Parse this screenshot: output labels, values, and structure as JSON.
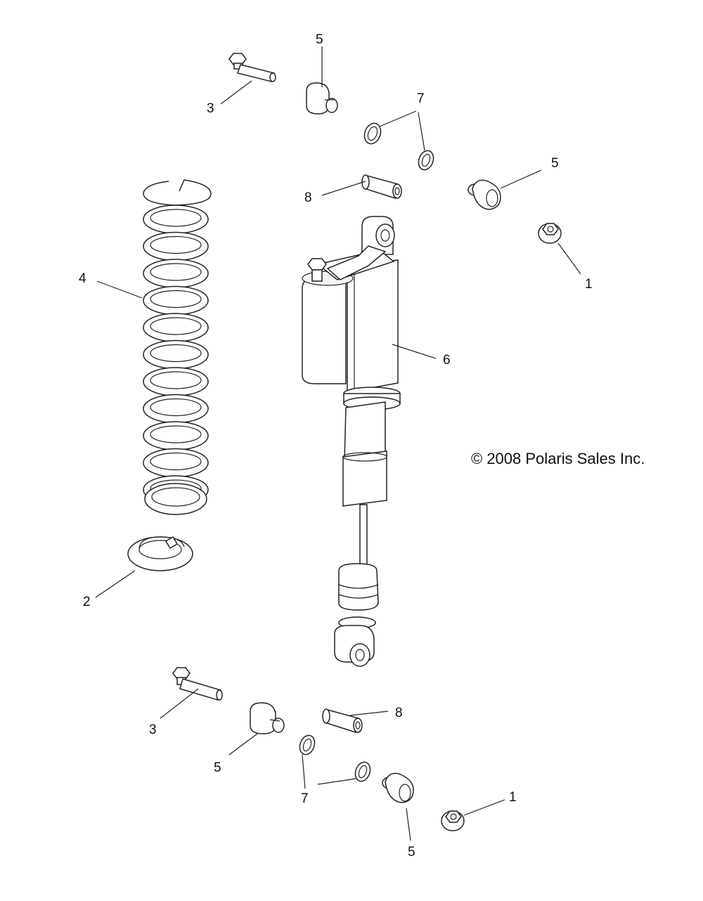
{
  "copyright": "© 2008 Polaris Sales Inc.",
  "callouts": {
    "c1_top": "1",
    "c1_bottom": "1",
    "c2": "2",
    "c3_top": "3",
    "c3_bottom": "3",
    "c4": "4",
    "c5_top": "5",
    "c5_mid": "5",
    "c5_bl": "5",
    "c5_br": "5",
    "c6": "6",
    "c7_top": "7",
    "c7_bottom": "7",
    "c8_top": "8",
    "c8_bottom": "8"
  },
  "parts": [
    {
      "id": 1,
      "icon": "flange-nut-icon"
    },
    {
      "id": 2,
      "icon": "spring-retainer-icon"
    },
    {
      "id": 3,
      "icon": "bolt-icon"
    },
    {
      "id": 4,
      "icon": "coil-spring-icon"
    },
    {
      "id": 5,
      "icon": "bushing-icon"
    },
    {
      "id": 6,
      "icon": "shock-absorber-icon"
    },
    {
      "id": 7,
      "icon": "washer-icon"
    },
    {
      "id": 8,
      "icon": "sleeve-icon"
    }
  ]
}
